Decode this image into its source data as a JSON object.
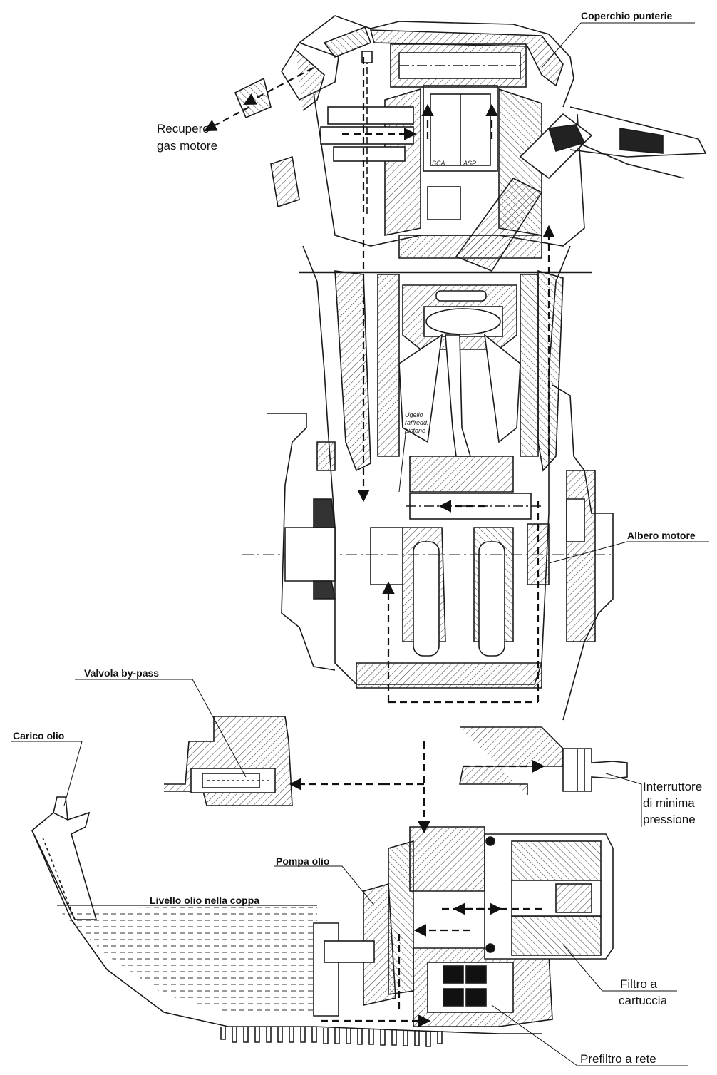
{
  "labels": {
    "coperchio_punterie": "Coperchio punterie",
    "recupero_gas_1": "Recupero",
    "recupero_gas_2": "gas motore",
    "albero_motore": "Albero motore",
    "valvola_bypass": "Valvola by-pass",
    "carico_olio": "Carico olio",
    "interruttore_1": "Interruttore",
    "interruttore_2": "di minima",
    "interruttore_3": "pressione",
    "pompa_olio": "Pompa olio",
    "livello_olio": "Livello olio nella coppa",
    "filtro_1": "Filtro a",
    "filtro_2": "cartuccia",
    "prefiltro": "Prefiltro a rete",
    "ugello_1": "Ugello",
    "ugello_2": "raffredd.",
    "ugello_3": "pistone",
    "sca": "SCA",
    "asp": "ASP"
  },
  "colors": {
    "line": "#1a1a1a",
    "hatch": "#444444",
    "oil": "#2a2a2a",
    "background": "#ffffff"
  }
}
